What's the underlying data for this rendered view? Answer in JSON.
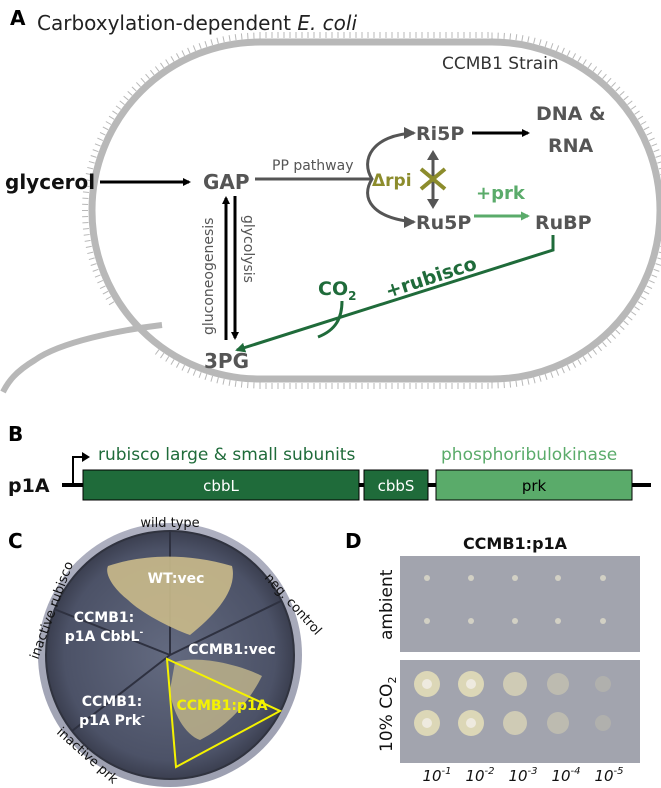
{
  "panelA": {
    "letter": "A",
    "title_main": "Carboxylation-dependent ",
    "title_italic": "E. coli",
    "strain": "CCMB1 Strain",
    "glycerol": "glycerol",
    "gap": "GAP",
    "pp_pathway": "PP pathway",
    "ri5p": "Ri5P",
    "ru5p": "Ru5P",
    "rubp": "RuBP",
    "delta_rpi": "Δrpi",
    "plus_prk": "+prk",
    "dna_line1": "DNA &",
    "dna_line2": "RNA",
    "gluconeogenesis": "gluconeogenesis",
    "glycolysis": "glycolysis",
    "co2_main": "CO",
    "co2_sub": "2",
    "plus_rubisco": "+rubisco",
    "pg3": "3PG"
  },
  "panelB": {
    "letter": "B",
    "promoter": "p1A",
    "rubisco_label": "rubisco large & small subunits",
    "prk_label": "phosphoribulokinase",
    "genes": [
      "cbbL",
      "cbbS",
      "prk"
    ]
  },
  "panelC": {
    "letter": "C",
    "wild_type": "wild type",
    "neg_control": "neg. control",
    "inactive_rubisco": "inactive rubisco",
    "inactive_prk": "inactive prk",
    "wt_vec": "WT:vec",
    "ccmb1_vec": "CCMB1:vec",
    "cbbl_line1": "CCMB1:",
    "cbbl_line2": "p1A CbbL",
    "cbbl_sup": "-",
    "prk_line1": "CCMB1:",
    "prk_line2": "p1A Prk",
    "prk_sup": "-",
    "ccmb1_p1a": "CCMB1:p1A"
  },
  "panelD": {
    "letter": "D",
    "title": "CCMB1:p1A",
    "ambient": "ambient",
    "co2_prefix": "10% CO",
    "co2_sub": "2",
    "dilutions": [
      {
        "base": "10",
        "exp": "-1"
      },
      {
        "base": "10",
        "exp": "-2"
      },
      {
        "base": "10",
        "exp": "-3"
      },
      {
        "base": "10",
        "exp": "-4"
      },
      {
        "base": "10",
        "exp": "-5"
      }
    ]
  },
  "colors": {
    "dark_green": "#1f6b3a",
    "light_green": "#5aab6a",
    "olive": "#8c8c2c",
    "gray_text": "#555555",
    "cell_outline": "#b8b8b8",
    "yellow": "#f4f200"
  }
}
